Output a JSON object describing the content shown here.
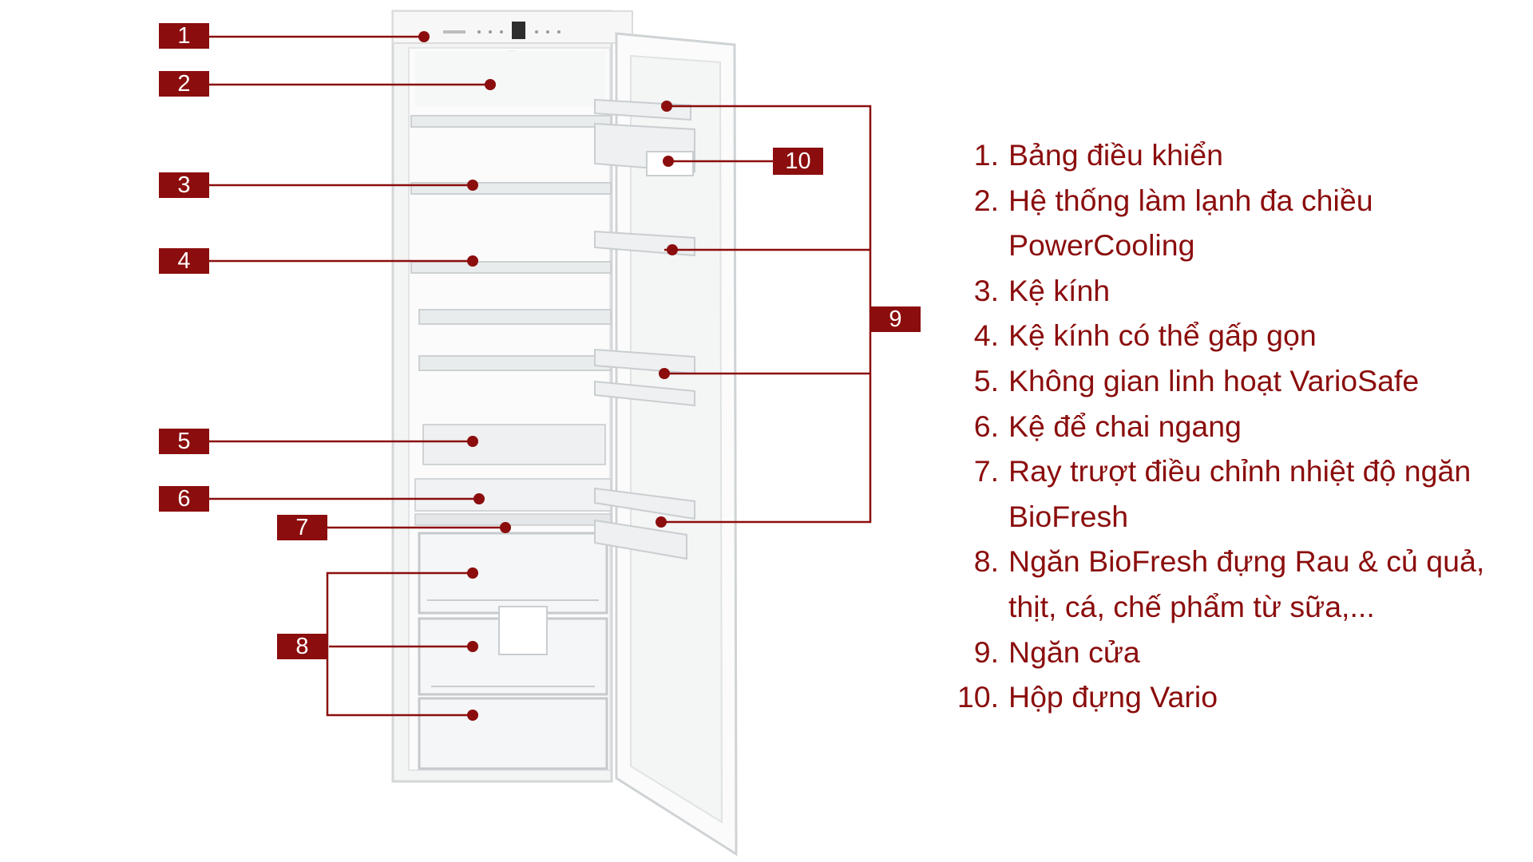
{
  "colors": {
    "accent": "#8b0d0d",
    "background": "#ffffff"
  },
  "callouts": [
    "1",
    "2",
    "3",
    "4",
    "5",
    "6",
    "7",
    "8",
    "9",
    "10"
  ],
  "legend": [
    {
      "num": "1.",
      "text": "Bảng điều khiển"
    },
    {
      "num": "2.",
      "text": "Hệ thống làm lạnh đa chiều PowerCooling"
    },
    {
      "num": "3.",
      "text": "Kệ kính"
    },
    {
      "num": "4.",
      "text": "Kệ kính có thể gấp gọn"
    },
    {
      "num": "5.",
      "text": "Không gian linh hoạt VarioSafe"
    },
    {
      "num": "6.",
      "text": "Kệ để chai ngang"
    },
    {
      "num": "7.",
      "text": "Ray trượt điều chỉnh nhiệt độ ngăn BioFresh"
    },
    {
      "num": "8.",
      "text": "Ngăn BioFresh đựng Rau & củ quả, thịt, cá, chế phẩm từ sữa,..."
    },
    {
      "num": "9.",
      "text": "Ngăn cửa"
    },
    {
      "num": "10.",
      "text": "Hộp đựng Vario"
    }
  ]
}
